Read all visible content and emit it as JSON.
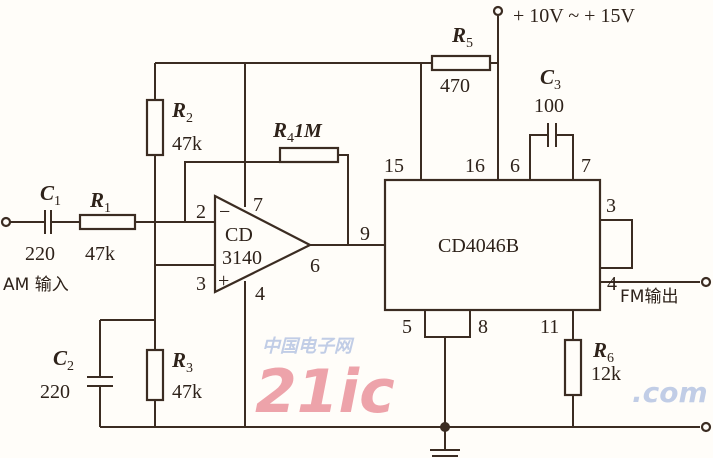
{
  "supply": {
    "label": "+ 10V ~ + 15V"
  },
  "components": {
    "C1": {
      "name": "C",
      "sub": "1",
      "value": "220"
    },
    "R1": {
      "name": "R",
      "sub": "1",
      "value": "47k"
    },
    "R2": {
      "name": "R",
      "sub": "2",
      "value": "47k"
    },
    "R3": {
      "name": "R",
      "sub": "3",
      "value": "47k"
    },
    "R4": {
      "name": "R",
      "sub": "4",
      "value": "1M"
    },
    "R5": {
      "name": "R",
      "sub": "5",
      "value": "470"
    },
    "R6": {
      "name": "R",
      "sub": "6",
      "value": "12k"
    },
    "C2": {
      "name": "C",
      "sub": "2",
      "value": "220"
    },
    "C3": {
      "name": "C",
      "sub": "3",
      "value": "100"
    }
  },
  "opamp": {
    "line1": "CD",
    "line2": "3140",
    "pins": {
      "inv": "2",
      "noninv": "3",
      "vplus": "7",
      "vminus": "4",
      "out": "6",
      "minus_sign": "−",
      "plus_sign": "+"
    }
  },
  "ic": {
    "name": "CD4046B",
    "pins": {
      "p15": "15",
      "p16": "16",
      "p6": "6",
      "p7": "7",
      "p9": "9",
      "p3": "3",
      "p4": "4",
      "p5": "5",
      "p8": "8",
      "p11": "11"
    }
  },
  "io": {
    "input_label": "AM 输入",
    "output_label": "FM输出"
  },
  "watermark": {
    "text1": "21ic",
    "text2": ".com",
    "text3": "中国电子网"
  }
}
